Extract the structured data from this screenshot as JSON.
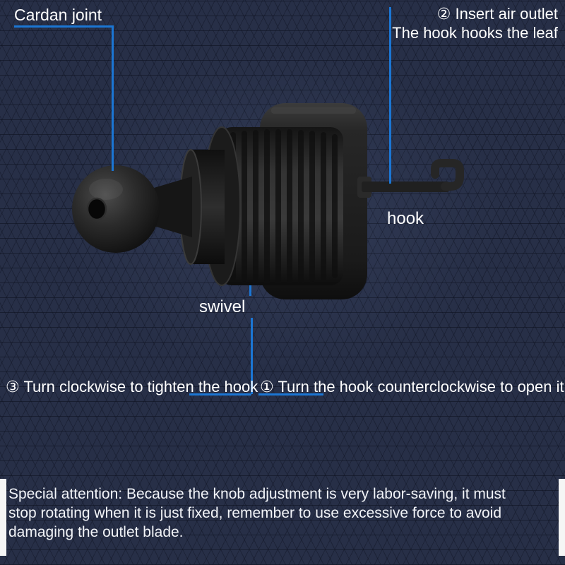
{
  "colors": {
    "background": "#272f47",
    "pattern_line": "#0c101e",
    "callout_blue": "#1b76d4",
    "text": "#ffffff",
    "product_body": "#1f1f1f",
    "side_strip": "#f5f5f5"
  },
  "callouts": {
    "cardan": "Cardan joint",
    "insert_line1": "②  Insert air outlet",
    "insert_line2": "The hook hooks the leaf",
    "hook": "hook",
    "swivel": "swivel",
    "step3": "③ Turn clockwise to tighten the hook",
    "step1": "① Turn the hook counterclockwise to open it"
  },
  "note": {
    "lines": [
      "Special attention: Because the knob adjustment is very labor-saving, it must",
      "stop rotating when it is just fixed, remember to use excessive force to avoid",
      "damaging the outlet blade."
    ]
  },
  "parts": {
    "ball": "cardan-ball-joint",
    "knob": "swivel-knob",
    "plate": "mount-plate",
    "hook": "hook-arm"
  }
}
